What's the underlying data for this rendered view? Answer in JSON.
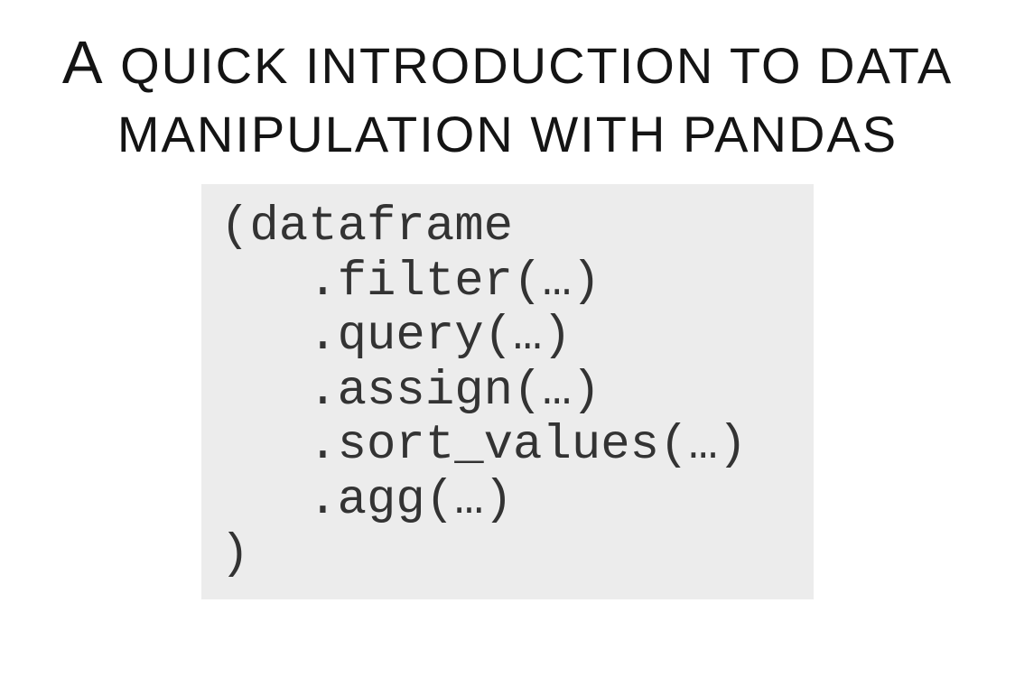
{
  "slide": {
    "title": {
      "line1_lead": "A",
      "line1_rest": " QUICK INTRODUCTION TO DATA",
      "line2": "MANIPULATION WITH PANDAS"
    },
    "code": {
      "lines": [
        "(dataframe",
        "   .filter(…)",
        "   .query(…)",
        "   .assign(…)",
        "   .sort_values(…)",
        "   .agg(…)",
        ")"
      ]
    },
    "colors": {
      "page_background": "#ffffff",
      "title_text": "#141414",
      "code_background": "#ececec",
      "code_text": "#333333"
    }
  }
}
